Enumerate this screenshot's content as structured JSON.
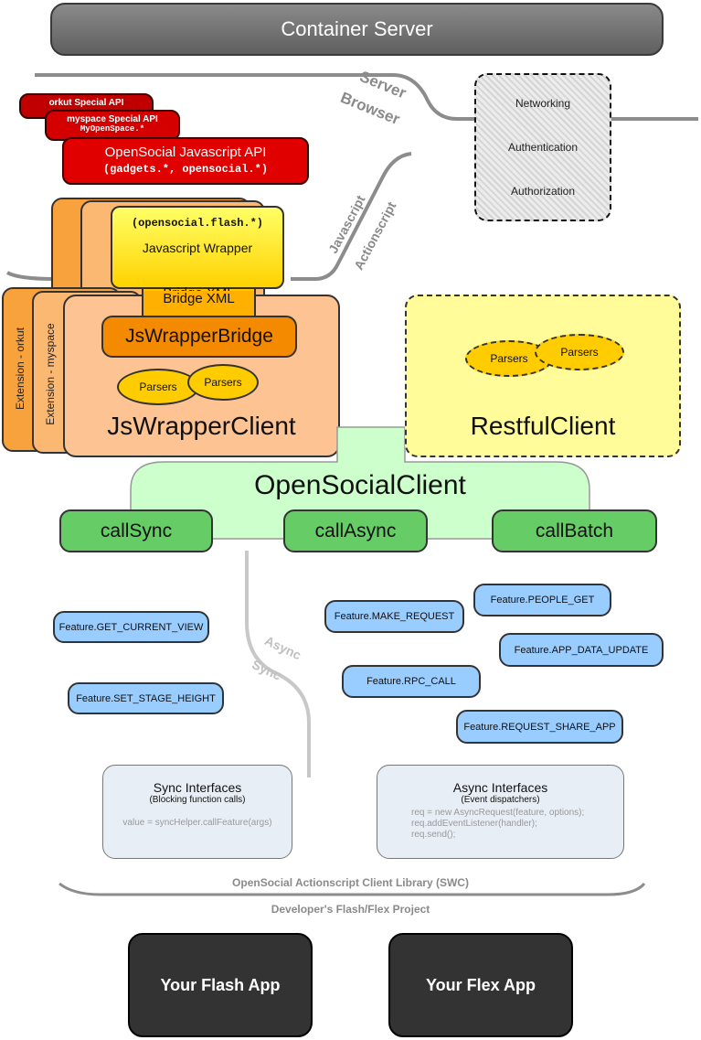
{
  "container_server": {
    "label": "Container Server"
  },
  "boundaries": {
    "server": "Server",
    "browser": "Browser",
    "javascript": "Javascript",
    "actionscript": "Actionscript",
    "async": "Async",
    "sync": "Sync"
  },
  "apis": {
    "orkut": {
      "label": "orkut Special API"
    },
    "myspace": {
      "label": "myspace Special API",
      "sub": "MyOpenSpace.*"
    },
    "opensocial": {
      "label": "OpenSocial Javascript API",
      "sub": "(gadgets.*, opensocial.*)"
    }
  },
  "server_services": [
    "Networking",
    "Authentication",
    "Authorization"
  ],
  "js_wrapper": {
    "namespace": "(opensocial.flash.*)",
    "label": "Javascript Wrapper",
    "bridge_xml": "Bridge XML"
  },
  "extensions": [
    "Extension - orkut",
    "Extension - myspace"
  ],
  "js_wrapper_client": {
    "label": "JsWrapperClient",
    "bridge": "JsWrapperBridge",
    "parsers": [
      "Parsers",
      "Parsers"
    ]
  },
  "restful_client": {
    "label": "RestfulClient",
    "parsers": [
      "Parsers",
      "Parsers"
    ]
  },
  "opensocial_client": {
    "label": "OpenSocialClient"
  },
  "calls": [
    "callSync",
    "callAsync",
    "callBatch"
  ],
  "sync_features": [
    "Feature.GET_CURRENT_VIEW",
    "Feature.SET_STAGE_HEIGHT"
  ],
  "async_features": [
    "Feature.PEOPLE_GET",
    "Feature.MAKE_REQUEST",
    "Feature.APP_DATA_UPDATE",
    "Feature.RPC_CALL",
    "Feature.REQUEST_SHARE_APP"
  ],
  "sync_interfaces": {
    "title": "Sync Interfaces",
    "subtitle": "(Blocking function calls)",
    "code": [
      "value = syncHelper.callFeature(args)"
    ]
  },
  "async_interfaces": {
    "title": "Async Interfaces",
    "subtitle": "(Event dispatchers)",
    "code": [
      "req = new AsyncRequest(feature, options);",
      "req.addEventListener(handler);",
      "req.send();"
    ]
  },
  "library_label": "OpenSocial Actionscript Client Library (SWC)",
  "project_label": "Developer's Flash/Flex Project",
  "apps": [
    "Your Flash App",
    "Your Flex App"
  ],
  "colors": {
    "server_gray": "#6e6e6e",
    "api_red": "#e00000",
    "wrapper_yellow": "#ffd200",
    "bridge_orange": "#f48a00",
    "client_peach": "#fdc393",
    "restful_yellow": "#fffc99",
    "osclient_green": "#ccffcc",
    "call_green": "#66cc66",
    "feature_blue": "#99ccff",
    "app_dark": "#333333"
  }
}
